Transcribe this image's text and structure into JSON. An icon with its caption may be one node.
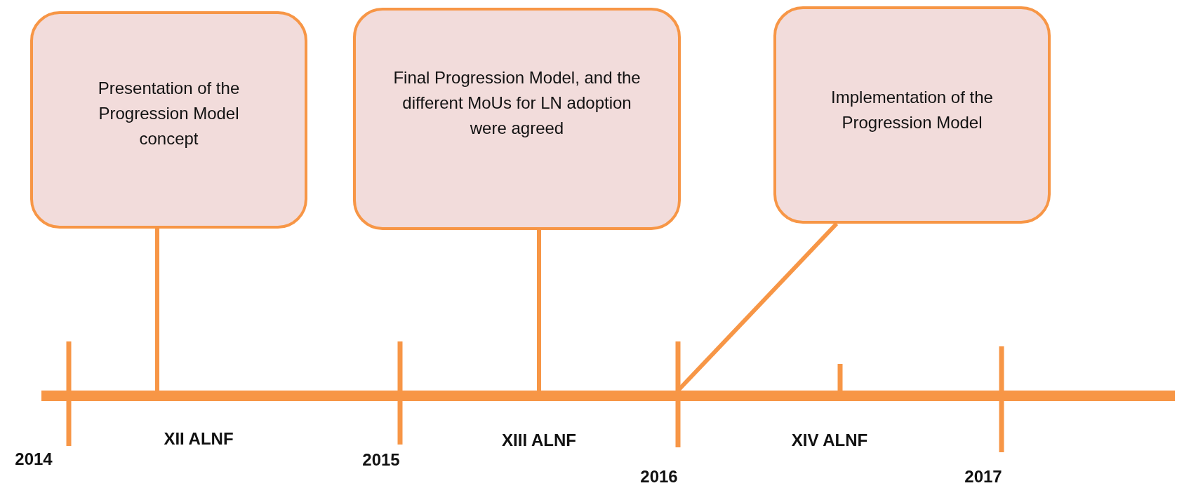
{
  "diagram": {
    "nodes": [
      {
        "text": [
          "Presentation of the Progression Model concept"
        ]
      },
      {
        "text": [
          "Final Progression Model, and the different MoUs for LN adoption were agreed"
        ]
      },
      {
        "text": [
          "Implementation of the Progression Model"
        ]
      },
      {
        "text": [],
        "shape": "bar"
      }
    ],
    "edges": [
      {
        "from": 0,
        "to": 3,
        "arrow": "none"
      },
      {
        "from": 1,
        "to": 3,
        "arrow": "none"
      },
      {
        "from": 2,
        "to": 3,
        "arrow": "none"
      }
    ],
    "labels": [
      "2014",
      "XII ALNF",
      "2015",
      "XIII ALNF",
      "2016",
      "XIV ALNF",
      "2017"
    ]
  }
}
